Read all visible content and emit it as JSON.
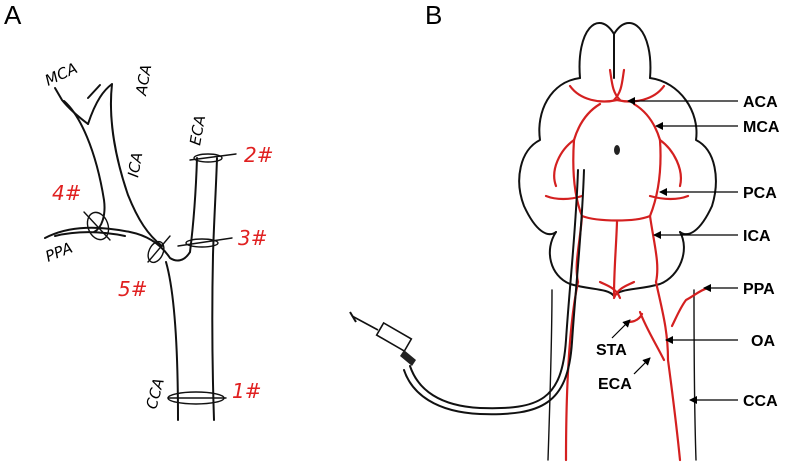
{
  "panels": {
    "a": {
      "letter": "A",
      "vessel_labels": {
        "mca": "MCA",
        "aca": "ACA",
        "ica": "ICA",
        "eca": "ECA",
        "ppa": "PPA",
        "cca": "CCA"
      },
      "ligatures": [
        "1#",
        "2#",
        "3#",
        "4#",
        "5#"
      ]
    },
    "b": {
      "letter": "B",
      "labels": [
        "ACA",
        "MCA",
        "PCA",
        "ICA",
        "PPA",
        "OA",
        "STA",
        "ECA",
        "CCA"
      ]
    }
  },
  "colors": {
    "vessel_red": "#d42020",
    "ligature_number_red": "#e02020",
    "ink": "#111111"
  }
}
